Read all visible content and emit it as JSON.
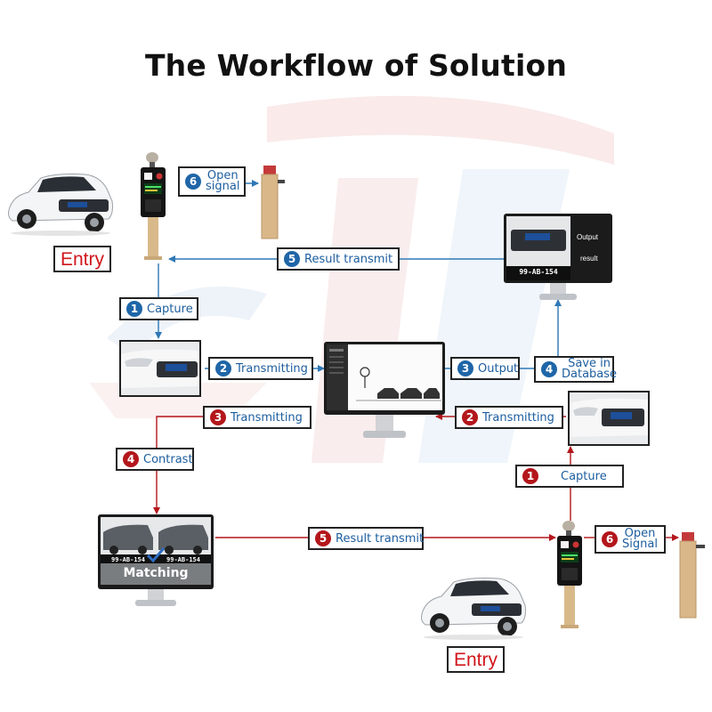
{
  "title": "The Workflow of Solution",
  "entry_label": "Entry",
  "entry_steps": {
    "open_signal": {
      "num": "6",
      "line1": "Open",
      "line2": "signal"
    },
    "result_transmit": {
      "num": "5",
      "label": "Result transmit"
    },
    "capture": {
      "num": "1",
      "label": "Capture"
    },
    "transmitting": {
      "num": "2",
      "label": "Transmitting"
    },
    "output": {
      "num": "3",
      "label": "Output"
    },
    "save_db": {
      "num": "4",
      "line1": "Save in",
      "line2": "Database"
    }
  },
  "exit_steps": {
    "transmitting_3": {
      "num": "3",
      "label": "Transmitting"
    },
    "transmitting_2": {
      "num": "2",
      "label": "Transmitting"
    },
    "contrast": {
      "num": "4",
      "label": "Contrast"
    },
    "capture": {
      "num": "1",
      "label": "Capture"
    },
    "result_transmit": {
      "num": "5",
      "label": "Result transmit"
    },
    "open_signal": {
      "num": "6",
      "line1": "Open",
      "line2": "Signal"
    }
  },
  "screens": {
    "output_text": "Output",
    "result_text": "result",
    "plate_main": "99-AB-154",
    "plate_small_a": "99-AB-154",
    "plate_small_b": "99-AB-154",
    "matching_text": "Matching"
  },
  "colors": {
    "blue_flow": "#2f78b5",
    "red_flow": "#b3161b",
    "num_blue": "#1f66a8",
    "num_red": "#b3161b"
  }
}
